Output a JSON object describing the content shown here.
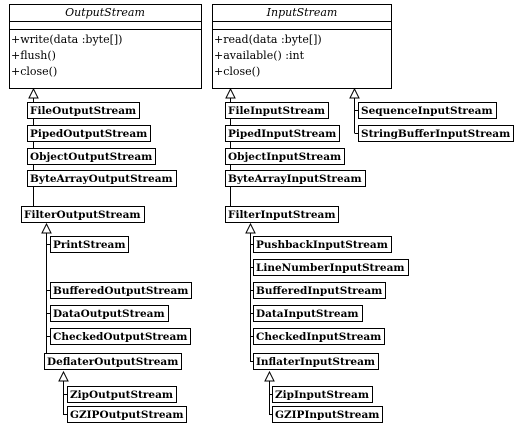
{
  "abstract_classes": [
    {
      "name": "OutputStream",
      "members": [
        "+write(data :byte[])",
        "+flush()",
        "+close()"
      ]
    },
    {
      "name": "InputStream",
      "members": [
        "+read(data :byte[])",
        "+available() :int",
        "+close()"
      ]
    }
  ],
  "output_subclasses": [
    "FileOutputStream",
    "PipedOutputStream",
    "ObjectOutputStream",
    "ByteArrayOutputStream",
    "FilterOutputStream"
  ],
  "output_filter_subclasses": [
    "PrintStream",
    "BufferedOutputStream",
    "DataOutputStream",
    "CheckedOutputStream",
    "DeflaterOutputStream"
  ],
  "deflater_subclasses": [
    "ZipOutputStream",
    "GZIPOutputStream"
  ],
  "input_subclasses": [
    "FileInputStream",
    "PipedInputStream",
    "ObjectInputStream",
    "ByteArrayInputStream",
    "FilterInputStream"
  ],
  "input_side_subclasses": [
    "SequenceInputStream",
    "StringBufferInputStream"
  ],
  "input_filter_subclasses": [
    "PushbackInputStream",
    "LineNumberInputStream",
    "BufferedInputStream",
    "DataInputStream",
    "CheckedInputStream",
    "InflaterInputStream"
  ],
  "inflater_subclasses": [
    "ZipInputStream",
    "GZIPInputStream"
  ]
}
